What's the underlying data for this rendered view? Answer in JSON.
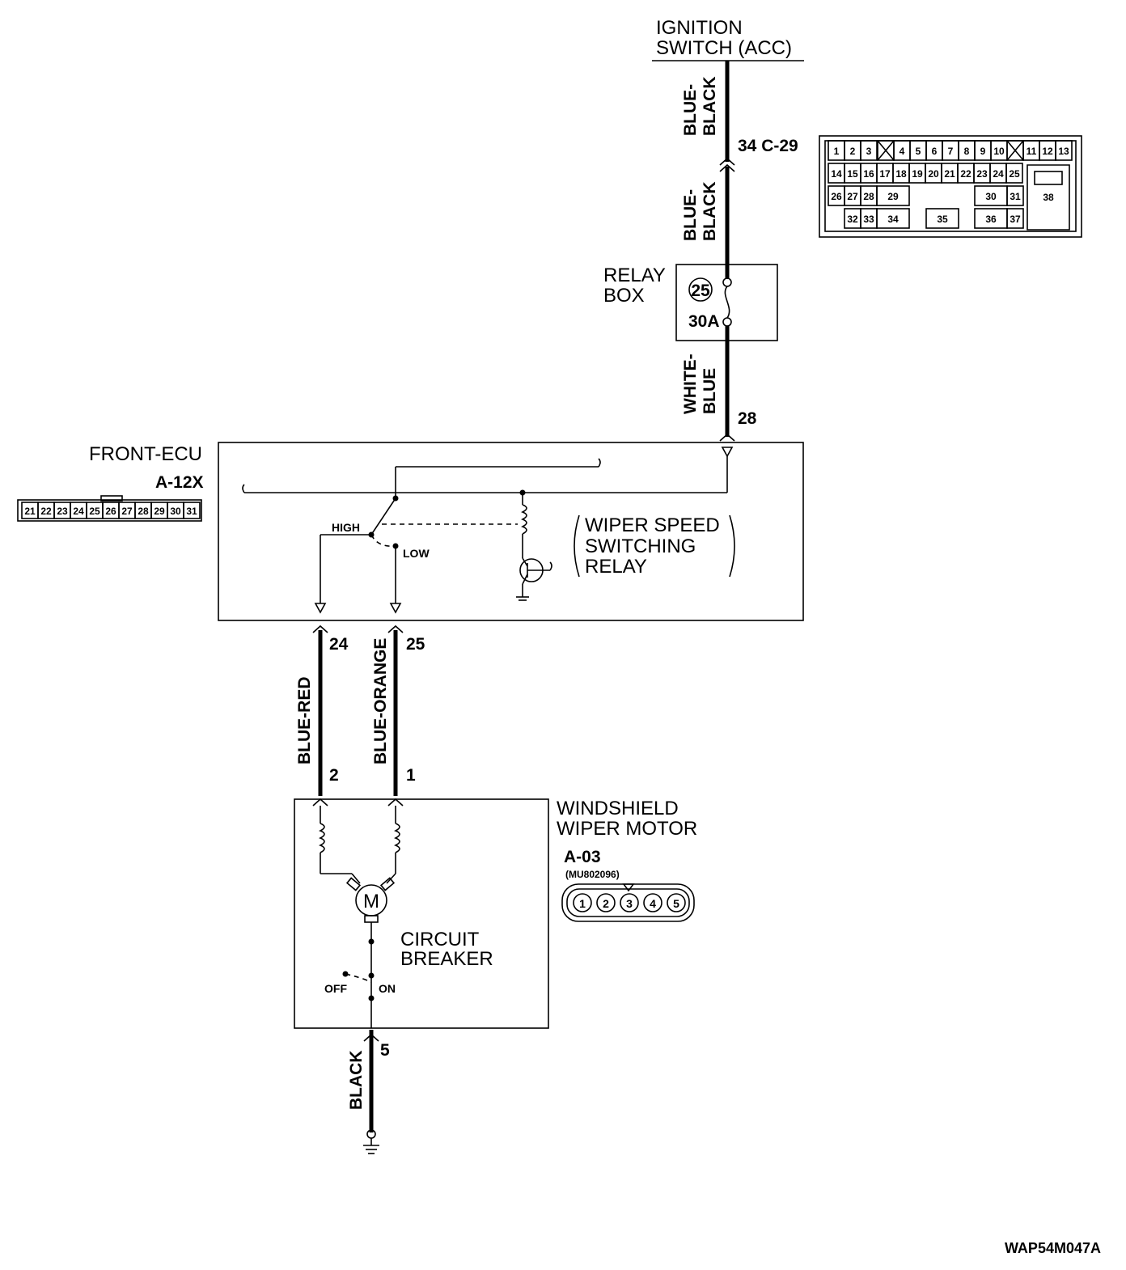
{
  "components": {
    "ignition_switch": [
      "IGNITION",
      "SWITCH (ACC)"
    ],
    "relay_box": [
      "RELAY",
      "BOX"
    ],
    "fuse_number": "25",
    "fuse_rating": "30A",
    "front_ecu": "FRONT-ECU",
    "front_ecu_connector": "A-12X",
    "wiper_relay": [
      "WIPER SPEED",
      "SWITCHING",
      "RELAY"
    ],
    "relay_high": "HIGH",
    "relay_low": "LOW",
    "wiper_motor": [
      "WINDSHIELD",
      "WIPER MOTOR"
    ],
    "wiper_motor_connector": "A-03",
    "wiper_motor_part": "(MU802096)",
    "motor_symbol": "M",
    "circuit_breaker": [
      "CIRCUIT",
      "BREAKER"
    ],
    "breaker_off": "OFF",
    "breaker_on": "ON"
  },
  "wires": {
    "ign_to_c29": [
      "BLUE-",
      "BLACK"
    ],
    "c29_to_relay": [
      "BLUE-",
      "BLACK"
    ],
    "relay_to_ecu": [
      "WHITE-",
      "BLUE"
    ],
    "ecu24_to_motor2": "BLUE-RED",
    "ecu25_to_motor1": "BLUE-ORANGE",
    "motor5_to_ground": "BLACK"
  },
  "pins": {
    "c29": "34 C-29",
    "ecu_28": "28",
    "ecu_24": "24",
    "ecu_25": "25",
    "motor_2": "2",
    "motor_1": "1",
    "motor_5": "5"
  },
  "connector_c29": {
    "row1": [
      "1",
      "2",
      "3",
      "4",
      "5",
      "6",
      "7",
      "8",
      "9",
      "10",
      "11",
      "12",
      "13"
    ],
    "row2": [
      "14",
      "15",
      "16",
      "17",
      "18",
      "19",
      "20",
      "21",
      "22",
      "23",
      "24",
      "25"
    ],
    "row3": [
      "26",
      "27",
      "28",
      "29",
      "30",
      "31",
      "38"
    ],
    "row4": [
      "32",
      "33",
      "34",
      "35",
      "36",
      "37"
    ]
  },
  "connector_a12x": [
    "21",
    "22",
    "23",
    "24",
    "25",
    "26",
    "27",
    "28",
    "29",
    "30",
    "31"
  ],
  "connector_a03": [
    "1",
    "2",
    "3",
    "4",
    "5"
  ],
  "figure_code": "WAP54M047A"
}
